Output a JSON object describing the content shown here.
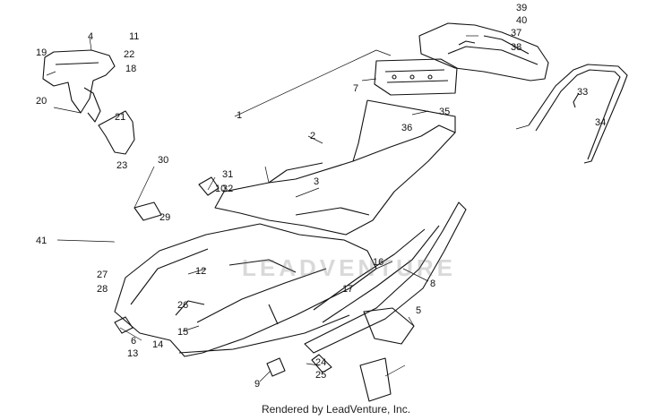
{
  "callouts": [
    "1",
    "2",
    "3",
    "4",
    "5",
    "6",
    "7",
    "8",
    "9",
    "10",
    "11",
    "12",
    "13",
    "14",
    "15",
    "16",
    "17",
    "18",
    "19",
    "20",
    "21",
    "22",
    "23",
    "24",
    "25",
    "26",
    "27",
    "28",
    "29",
    "30",
    "31",
    "32",
    "33",
    "34",
    "35",
    "36",
    "37",
    "38",
    "39",
    "40",
    "41"
  ],
  "watermark": "LEADVENTURE",
  "footer": "Rendered by LeadVenture, Inc.",
  "colors": {
    "line": "#111111",
    "watermark": "#b9b9b9"
  }
}
